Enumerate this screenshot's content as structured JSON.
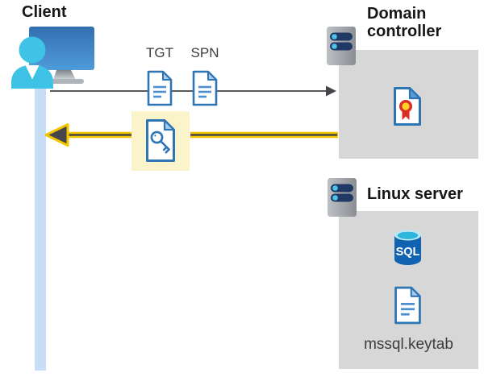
{
  "client": {
    "label": "Client"
  },
  "flow": {
    "tgt_label": "TGT",
    "spn_label": "SPN"
  },
  "domain_controller": {
    "label": "Domain controller"
  },
  "linux_server": {
    "label": "Linux server",
    "sql_label": "SQL",
    "keytab_label": "mssql.keytab"
  },
  "icons": {
    "client": "user-at-monitor-icon",
    "domain_controller": "server-icon",
    "linux_server": "server-icon",
    "tgt": "document-icon",
    "spn": "document-icon",
    "service_ticket": "key-document-icon",
    "certificate": "certificate-document-icon",
    "database": "sql-database-icon",
    "keytab": "document-icon"
  },
  "colors": {
    "arrow_gray": "#58595b",
    "arrow_yellow": "#f2c500",
    "arrow_dark_core": "#46464a",
    "highlight_yellow": "#fbf3c9",
    "box_gray": "#d7d7d7",
    "client_bar_blue": "#c8ddf8",
    "doc_border_blue": "#2e75b6",
    "doc_fold_blue": "#aecdec",
    "doc_line_blue": "#4d8fd0",
    "person_cyan": "#3ec2e6",
    "monitor_blue": "#3b79bd",
    "server_bar_navy": "#1f3864",
    "server_dot_cyan": "#4ec3e9",
    "sql_body_blue": "#1262b2",
    "sql_top_cyan": "#2eb5dc",
    "cert_red": "#d93025",
    "cert_gold": "#ffd028"
  }
}
